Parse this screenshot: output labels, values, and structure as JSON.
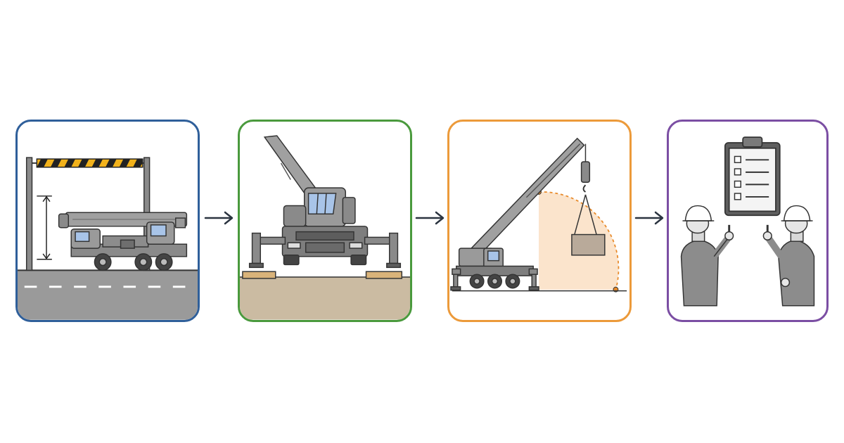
{
  "steps": [
    {
      "id": "check-height-clearance",
      "border_color": "#2f5f9a"
    },
    {
      "id": "set-outriggers-on-ground",
      "border_color": "#4a9a3d"
    },
    {
      "id": "check-lift-radius",
      "border_color": "#ec9a3a"
    },
    {
      "id": "crew-briefing-checklist",
      "border_color": "#7b4ea3"
    }
  ],
  "arrows": [
    {
      "icon": "arrow-right-icon",
      "color": "#2b3440"
    },
    {
      "icon": "arrow-right-icon",
      "color": "#2b3440"
    },
    {
      "icon": "arrow-right-icon",
      "color": "#2b3440"
    }
  ],
  "palette": {
    "crane_body": "#9a9a9a",
    "crane_dark": "#5d5d5d",
    "glass": "#a8c4e8",
    "hazard_yellow": "#f2b21b",
    "road": "#8f8f8f",
    "ground": "#cbbba2",
    "timber": "#d9b37a",
    "radius_fill": "#fbe4cc",
    "radius_line": "#e88a2a",
    "load": "#b9aa9a"
  }
}
